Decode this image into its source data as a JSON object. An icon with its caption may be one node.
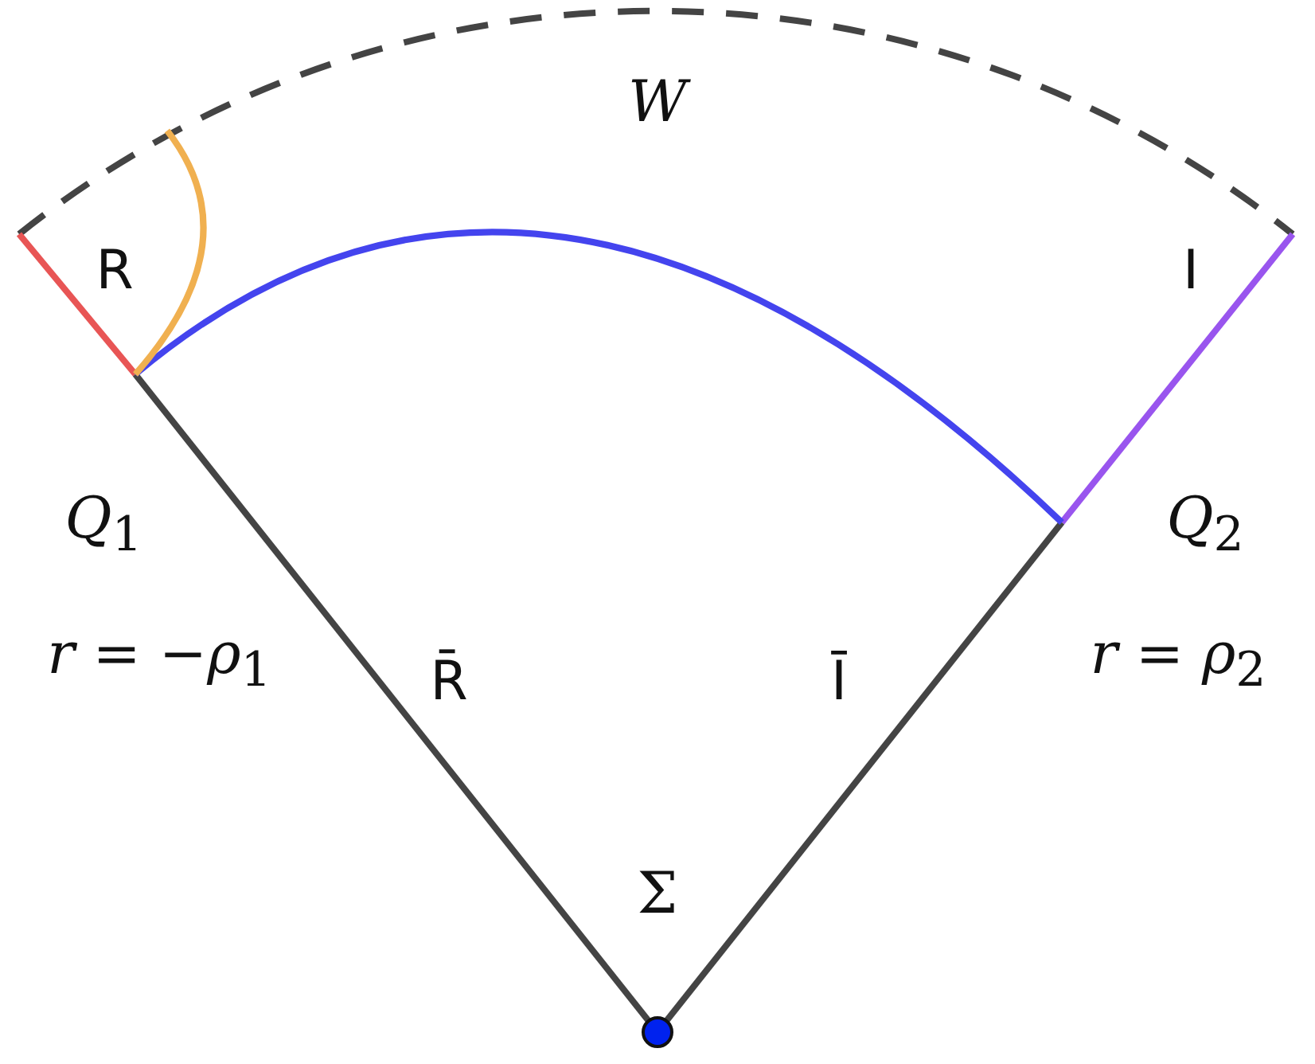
{
  "diagram": {
    "labels": [
      "*W*",
      "R",
      "I",
      "*Q*$_{1}$",
      "*Q*$_{2}$",
      "*r* = −*ρ*$_{1}$",
      "R̄",
      "Ī",
      "*r* = *ρ*$_{2}$",
      "Σ"
    ]
  }
}
